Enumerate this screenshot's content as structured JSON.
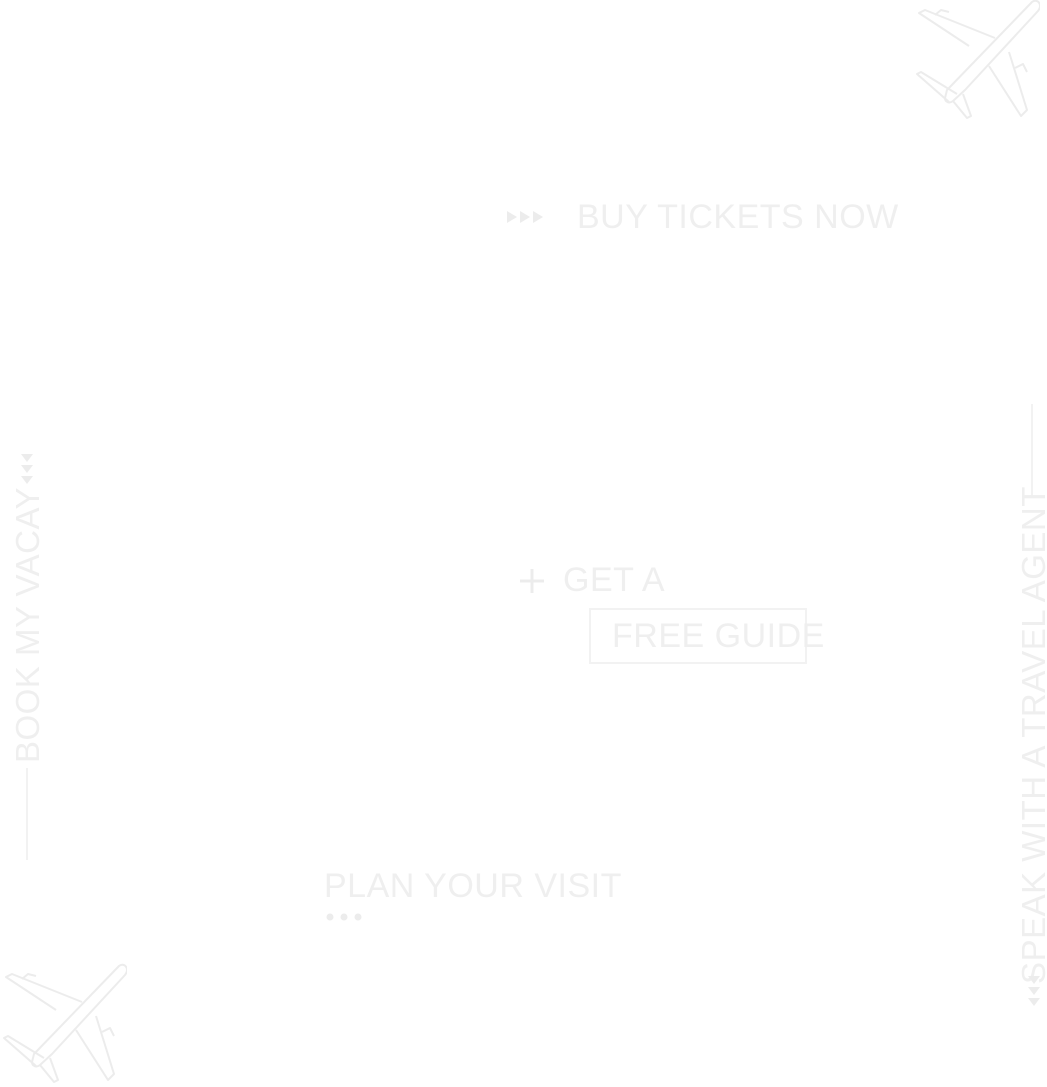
{
  "cta": {
    "buy_tickets": "BUY TICKETS NOW",
    "book_vacay": "BOOK MY VACAY",
    "speak_agent": "SPEAK WITH A TRAVEL AGENT",
    "get_a": "GET A",
    "free_guide": "FREE GUIDE",
    "plan_visit": "PLAN YOUR VISIT"
  },
  "icons": {
    "plane": "airplane-icon",
    "triple_arrow": "triple-chevron-icon",
    "plus": "plus-icon",
    "dots": "dots-icon"
  },
  "colors": {
    "background": "#ffffff",
    "faint_ink": "#efefef"
  }
}
